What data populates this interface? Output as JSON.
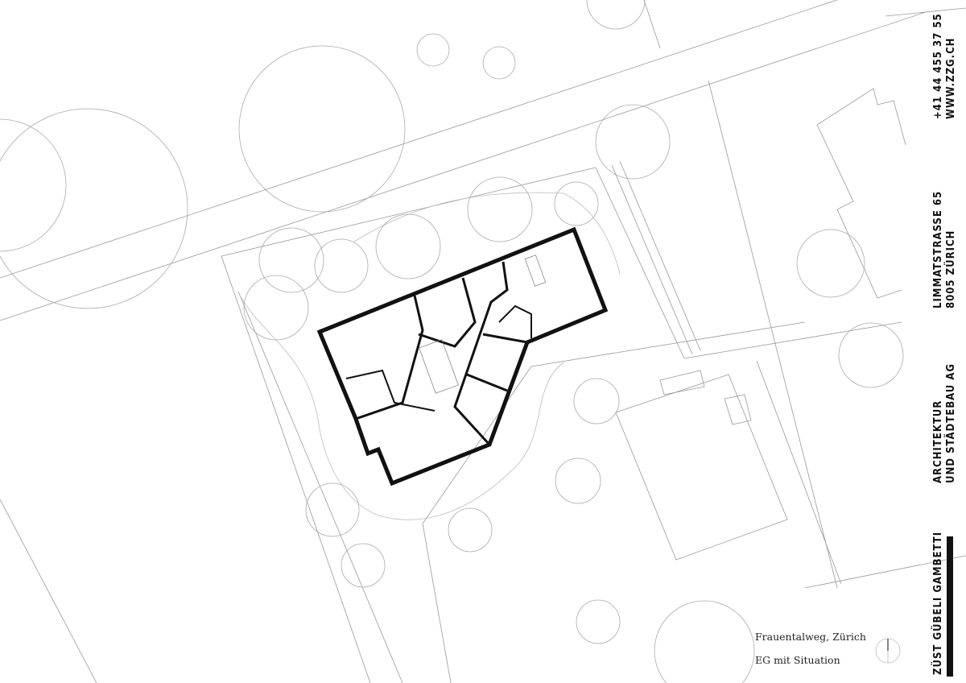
{
  "firm": {
    "name": "ZÜST GÜBELI GAMBETTI",
    "discipline_line1": "ARCHITEKTUR",
    "discipline_line2": "UND STÄDTEBAU AG",
    "address_line1": "LIMMATSTRASSE 65",
    "address_line2": "8005 ZÜRICH",
    "phone": "+41 44 455 37 55",
    "web": "WWW.ZZG.CH"
  },
  "project": {
    "location": "Frauentalweg, Zürich",
    "drawing": "EG mit Situation"
  },
  "icons": [
    "north-arrow-icon"
  ],
  "colors": {
    "ink": "#111111",
    "line": "#9a9a9a"
  }
}
